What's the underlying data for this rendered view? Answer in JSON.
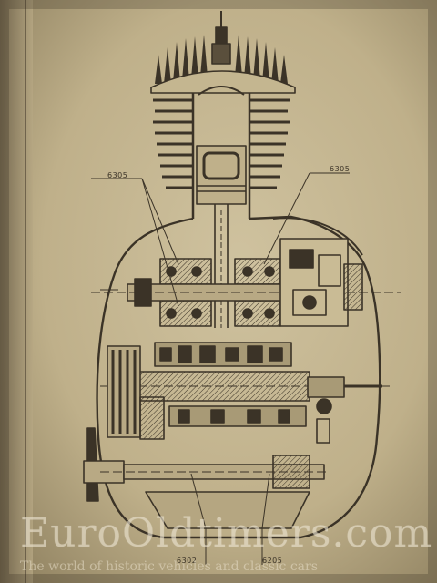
{
  "diagram": {
    "bearing_labels": {
      "upper_left": "6305",
      "upper_right": "6305",
      "bottom_left": "6302",
      "bottom_right": "6205"
    }
  },
  "watermark": {
    "logo": "EuroOldtimers.com",
    "tagline": "The world of historic vehicles and classic cars"
  },
  "colors": {
    "paper": "#c7b994",
    "paper_shadow": "#8f8160",
    "ink": "#3b3327",
    "book_edge": "#2e271d",
    "watermark": "#e8dec8"
  }
}
